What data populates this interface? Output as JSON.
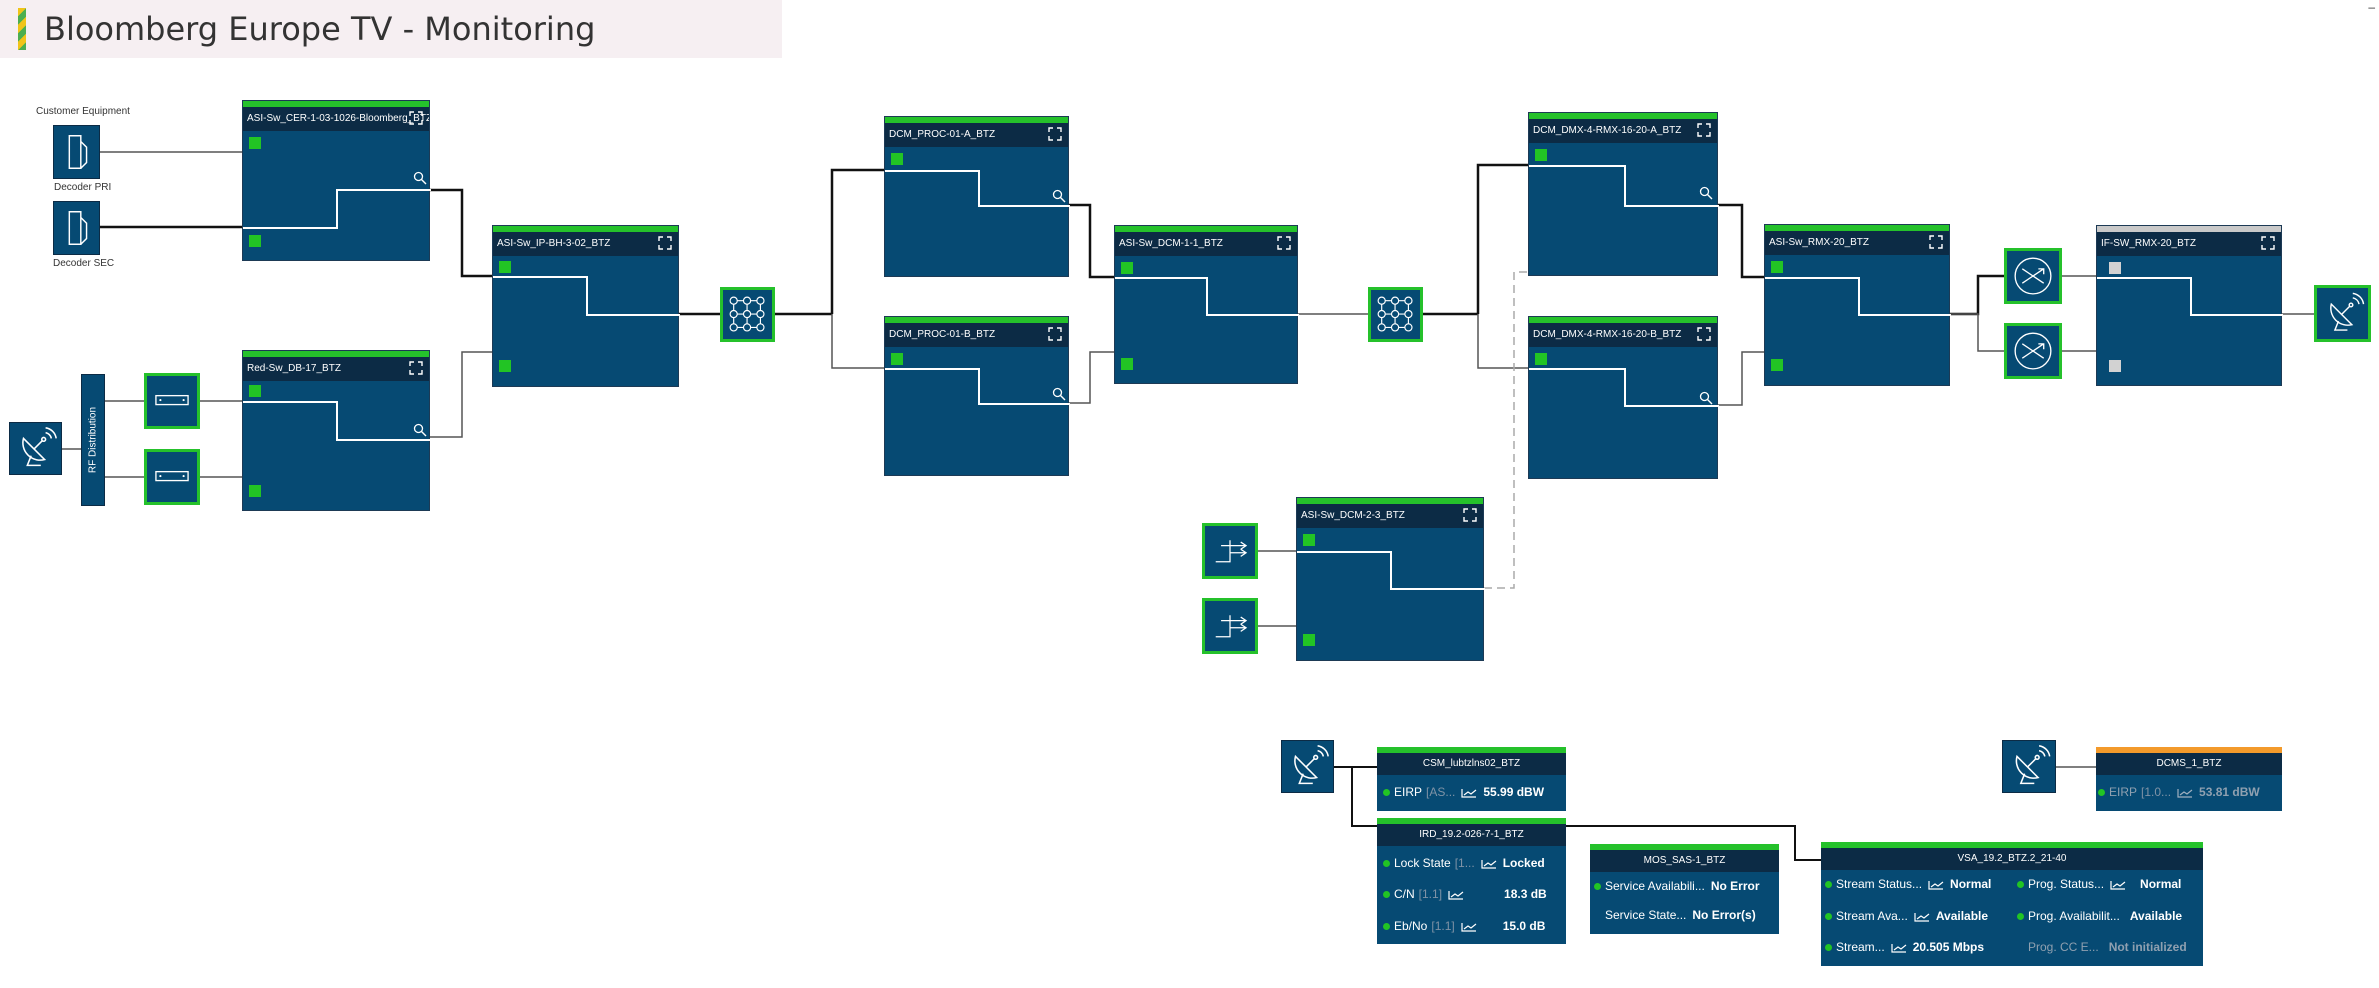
{
  "page": {
    "title": "Bloomberg Europe TV - Monitoring",
    "corner_mark": "–"
  },
  "labels": {
    "customer_equipment": "Customer Equipment",
    "decoder_pri": "Decoder PRI",
    "decoder_sec": "Decoder SEC",
    "rf_distribution": "RF Distribution"
  },
  "nodes": {
    "asi_cer": "ASI-Sw_CER-1-03-1026-Bloomberg_BTZ",
    "red_sw": "Red-Sw_DB-17_BTZ",
    "asi_ip": "ASI-Sw_IP-BH-3-02_BTZ",
    "dcm_proc_a": "DCM_PROC-01-A_BTZ",
    "dcm_proc_b": "DCM_PROC-01-B_BTZ",
    "asi_dcm11": "ASI-Sw_DCM-1-1_BTZ",
    "dcm_dmx_a": "DCM_DMX-4-RMX-16-20-A_BTZ",
    "dcm_dmx_b": "DCM_DMX-4-RMX-16-20-B_BTZ",
    "asi_dcm23": "ASI-Sw_DCM-2-3_BTZ",
    "asi_rmx": "ASI-Sw_RMX-20_BTZ",
    "if_sw": "IF-SW_RMX-20_BTZ"
  },
  "monitors": {
    "csm": {
      "title": "CSM_lubtzlns02_BTZ",
      "rows": [
        {
          "label": "EIRP",
          "src": "[AS...",
          "value": "55.99 dBW"
        }
      ]
    },
    "ird": {
      "title": "IRD_19.2-026-7-1_BTZ",
      "rows": [
        {
          "label": "Lock State",
          "src": "[1...",
          "value": "Locked"
        },
        {
          "label": "C/N",
          "src": "[1.1]",
          "value": "18.3 dB"
        },
        {
          "label": "Eb/No",
          "src": "[1.1]",
          "value": "15.0 dB"
        }
      ]
    },
    "mos": {
      "title": "MOS_SAS-1_BTZ",
      "rows": [
        {
          "label": "Service Availabili...",
          "value": "No Error"
        },
        {
          "label": "Service State...",
          "value": "No Error(s)"
        }
      ]
    },
    "vsa": {
      "title": "VSA_19.2_BTZ.2_21-40",
      "left": [
        {
          "label": "Stream Status...",
          "value": "Normal"
        },
        {
          "label": "Stream Ava...",
          "value": "Available"
        },
        {
          "label": "Stream...",
          "value": "20.505 Mbps"
        }
      ],
      "right": [
        {
          "label": "Prog. Status...",
          "value": "Normal"
        },
        {
          "label": "Prog. Availabilit...",
          "value": "Available"
        },
        {
          "label": "Prog. CC E...",
          "value": "Not initialized"
        }
      ]
    },
    "dcms": {
      "title": "DCMS_1_BTZ",
      "rows": [
        {
          "label": "EIRP",
          "src": "[1.0...",
          "value": "53.81 dBW"
        }
      ]
    }
  },
  "colors": {
    "node_bg": "#064a73",
    "header_bg": "#0c2b45",
    "ok_green": "#25c12b",
    "warn_orange": "#f39a2b",
    "inactive_gray": "#c9c9c9"
  }
}
